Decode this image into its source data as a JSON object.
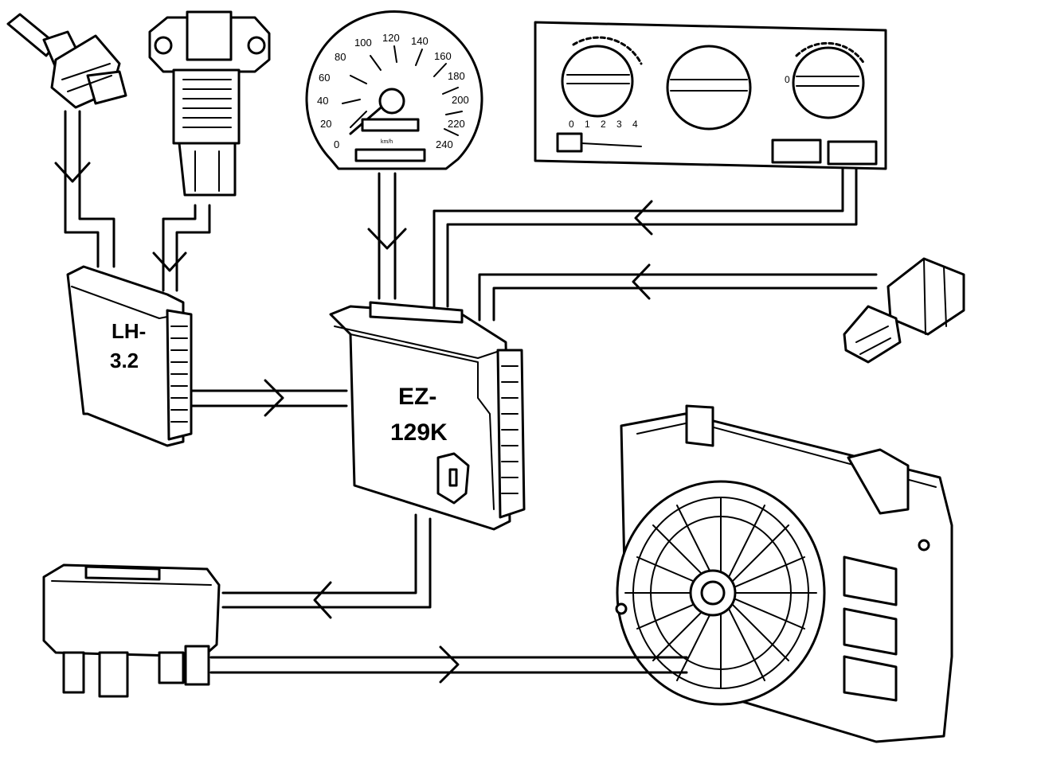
{
  "diagram": {
    "ecu_lh_label": [
      "LH-",
      "3.2"
    ],
    "ecu_ez_label": [
      "EZ-",
      "129K"
    ],
    "speedometer": {
      "scale": [
        "0",
        "20",
        "40",
        "60",
        "80",
        "100",
        "120",
        "140",
        "160",
        "180",
        "200",
        "220",
        "240"
      ],
      "unit": "km/h"
    },
    "climate_panel": {
      "fan_scale": [
        "0",
        "1",
        "2",
        "3",
        "4"
      ],
      "right_dial_zero": "0"
    }
  }
}
